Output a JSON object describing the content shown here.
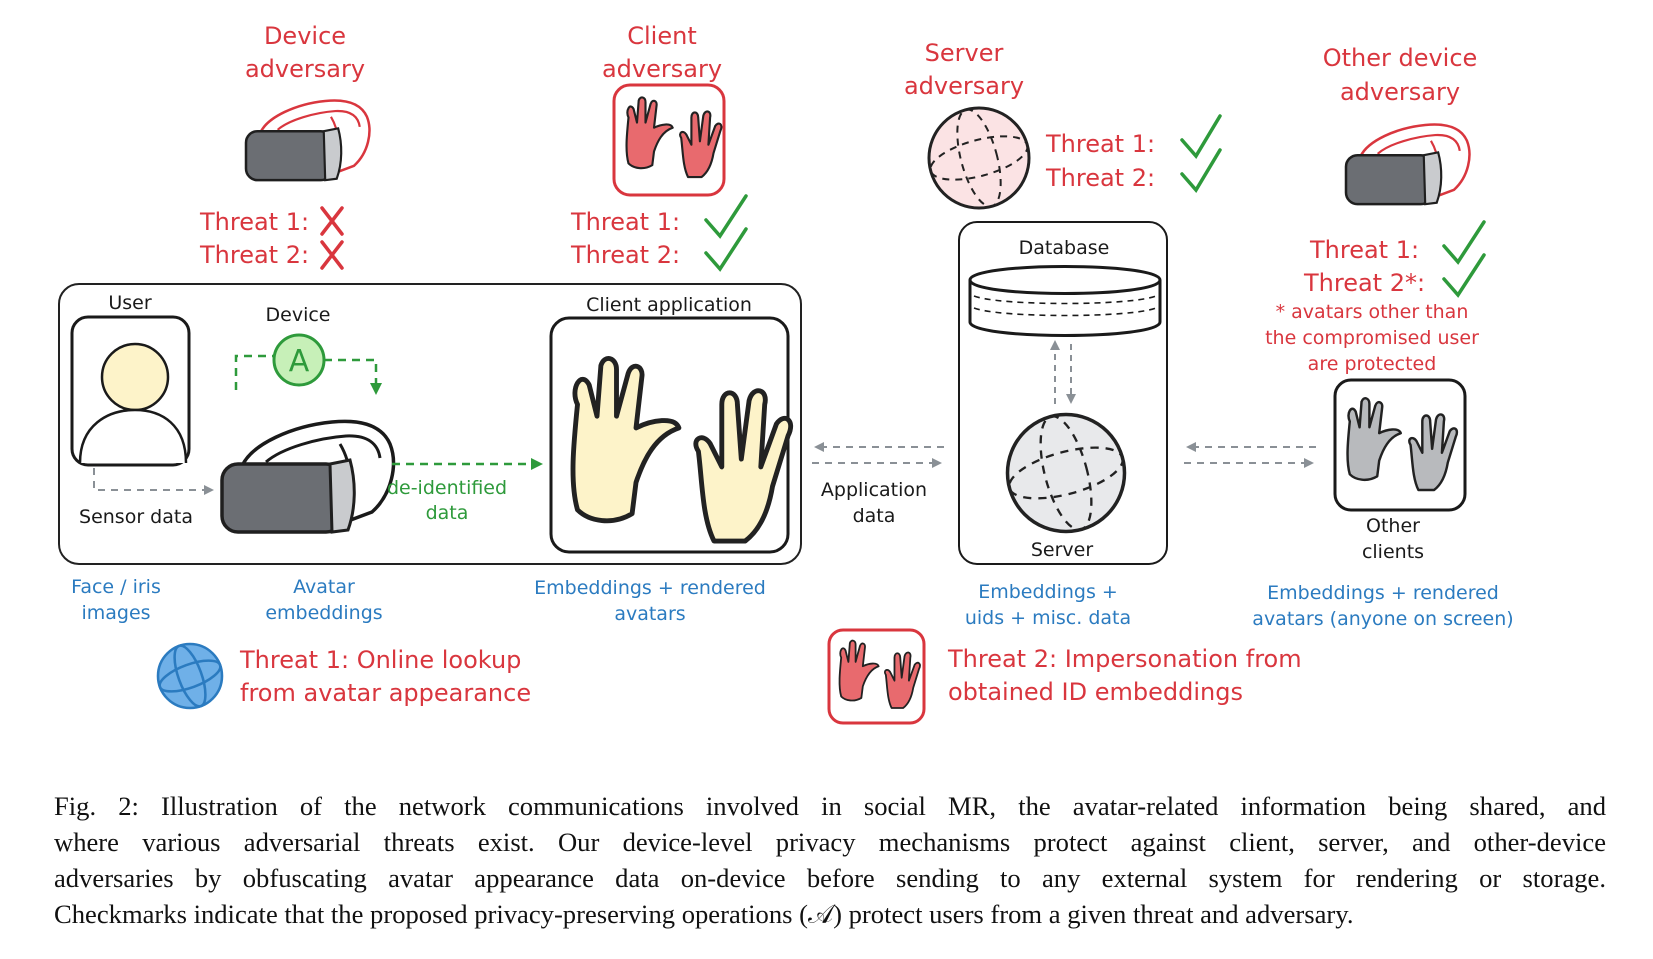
{
  "adversaries": {
    "device": {
      "title_line1": "Device",
      "title_line2": "adversary",
      "threat1": "Threat 1:",
      "threat2": "Threat 2:",
      "threat1_mark": "cross",
      "threat2_mark": "cross"
    },
    "client": {
      "title_line1": "Client",
      "title_line2": "adversary",
      "threat1": "Threat 1:",
      "threat2": "Threat 2:",
      "threat1_mark": "check",
      "threat2_mark": "check"
    },
    "server": {
      "title_line1": "Server",
      "title_line2": "adversary",
      "threat1": "Threat 1:",
      "threat2": "Threat 2:",
      "threat1_mark": "check",
      "threat2_mark": "check"
    },
    "other_device": {
      "title_line1": "Other device",
      "title_line2": "adversary",
      "threat1": "Threat 1:",
      "threat2": "Threat 2*:",
      "threat1_mark": "check",
      "threat2_mark": "check",
      "note_line1": "* avatars other than",
      "note_line2": "the compromised user",
      "note_line3": "are protected"
    }
  },
  "nodes": {
    "user": "User",
    "device": "Device",
    "operation_symbol": "A",
    "client_application": "Client application",
    "database": "Database",
    "server": "Server",
    "other_clients_line1": "Other",
    "other_clients_line2": "clients"
  },
  "edges": {
    "sensor_data": "Sensor data",
    "deidentified_line1": "de-identified",
    "deidentified_line2": "data",
    "application_data_line1": "Application",
    "application_data_line2": "data"
  },
  "shared_info": {
    "face_line1": "Face / iris",
    "face_line2": "images",
    "avatar_line1": "Avatar",
    "avatar_line2": "embeddings",
    "client_line1": "Embeddings + rendered",
    "client_line2": "avatars",
    "server_line1": "Embeddings +",
    "server_line2": "uids + misc. data",
    "other_line1": "Embeddings + rendered",
    "other_line2": "avatars (anyone on screen)"
  },
  "threat_legend": {
    "threat1_line1": "Threat 1: Online lookup",
    "threat1_line2": "from avatar appearance",
    "threat2_line1": "Threat 2: Impersonation from",
    "threat2_line2": "obtained ID embeddings"
  },
  "caption": {
    "line1": "Fig. 2: Illustration of the network communications involved in social MR, the avatar-related information being shared, and",
    "line2": "where various adversarial threats exist. Our device-level privacy mechanisms protect against client, server, and other-device",
    "line3": "adversaries by obfuscating avatar appearance data on-device before sending to any external system for rendering or storage.",
    "line4": "Checkmarks indicate that the proposed privacy-preserving operations (𝒜) protect users from a given threat and adversary."
  },
  "colors": {
    "adversary_red": "#d9363e",
    "info_blue": "#2b7bc0",
    "protected_green": "#2e9a3b",
    "arrow_gray": "#8a9096"
  }
}
